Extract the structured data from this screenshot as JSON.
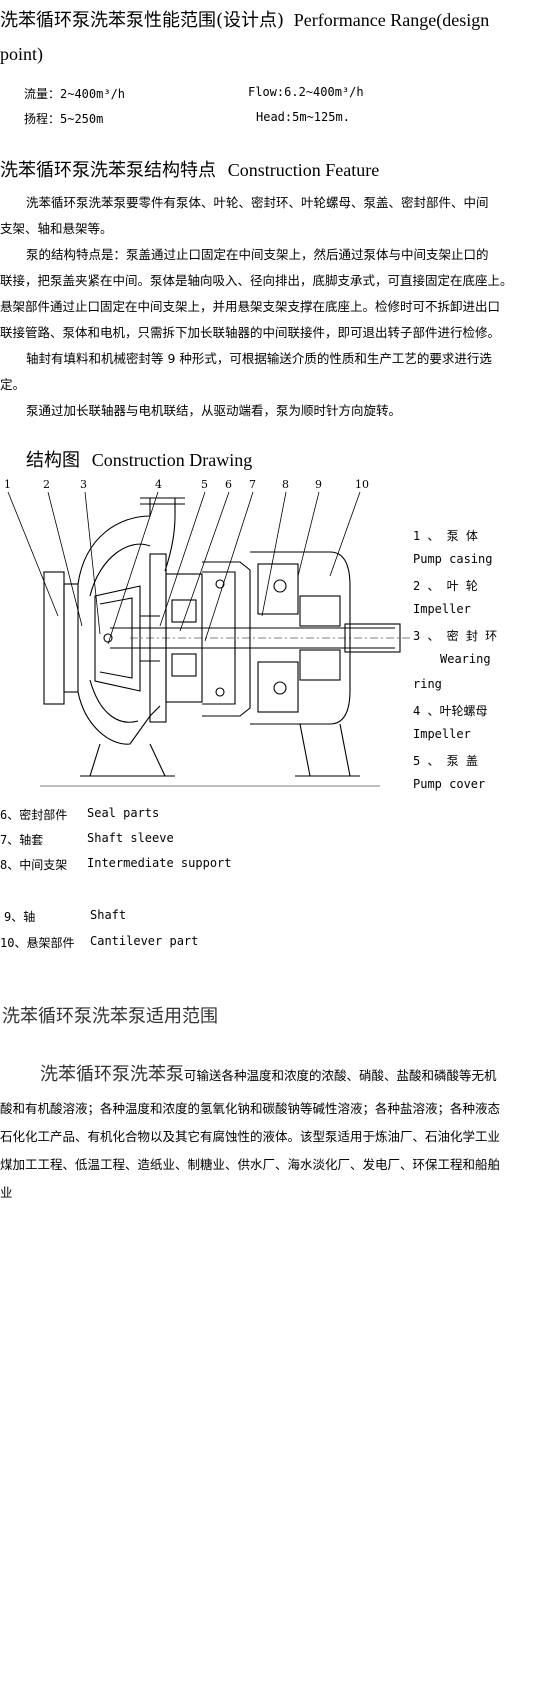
{
  "perf": {
    "heading_cn": "洗苯循环泵洗苯泵性能范围(设计点)",
    "heading_en_1": "Performance Range(design",
    "heading_en_2": "point)",
    "flow_cn": "流量：2~400m³/h",
    "flow_en": "Flow:6.2~400m³/h",
    "head_cn": "扬程：5~250m",
    "head_en": "Head:5m~125m."
  },
  "construction": {
    "heading_cn": "洗苯循环泵洗苯泵结构特点",
    "heading_en": "Construction Feature",
    "p1a": "洗苯循环泵洗苯泵要零件有泵体、叶轮、密封环、叶轮螺母、泵盖、密封部件、中间",
    "p1b": "支架、轴和悬架等。",
    "p2a": "泵的结构特点是：泵盖通过止口固定在中间支架上，然后通过泵体与中间支架止口的",
    "p2b": "联接，把泵盖夹紧在中间。泵体是轴向吸入、径向排出，底脚支承式，可直接固定在底座上。",
    "p2c": "悬架部件通过止口固定在中间支架上，并用悬架支架支撑在底座上。检修时可不拆卸进出口",
    "p2d": "联接管路、泵体和电机，只需拆下加长联轴器的中间联接件，即可退出转子部件进行检修。",
    "p3a": "轴封有填料和机械密封等 9 种形式，可根据输送介质的性质和生产工艺的要求进行选",
    "p3b": "定。",
    "p4": "泵通过加长联轴器与电机联结，从驱动端看，泵为顺时针方向旋转。"
  },
  "drawing": {
    "heading_cn": "结构图",
    "heading_en": "Construction Drawing",
    "callouts": [
      "1",
      "2",
      "3",
      "4",
      "5",
      "6",
      "7",
      "8",
      "9",
      "10"
    ],
    "right_parts": [
      {
        "cn": "1 、 泵 体",
        "en": "Pump casing"
      },
      {
        "cn": "2 、 叶 轮",
        "en": "Impeller"
      },
      {
        "cn": "3 、 密 封 环",
        "en": "Wearing",
        "en2": "ring"
      },
      {
        "cn": "4 、叶轮螺母",
        "en": "Impeller"
      },
      {
        "cn": "5 、 泵 盖",
        "en": "Pump cover"
      }
    ],
    "bottom_parts": [
      {
        "cn": "6、密封部件",
        "en": "Seal parts"
      },
      {
        "cn": "7、轴套",
        "en": "Shaft sleeve"
      },
      {
        "cn": "8、中间支架",
        "en": "Intermediate support"
      },
      {
        "cn": "9、轴",
        "en": "Shaft"
      },
      {
        "cn": "10、悬架部件",
        "en": "Cantilever part"
      }
    ]
  },
  "application": {
    "heading": "洗苯循环泵洗苯泵适用范围",
    "lead": "洗苯循环泵洗苯泵",
    "l1": "可输送各种温度和浓度的浓酸、硝酸、盐酸和磷酸等无机",
    "l2": "酸和有机酸溶液；各种温度和浓度的氢氧化钠和碳酸钠等碱性溶液；各种盐溶液；各种液态",
    "l3": "石化化工产品、有机化合物以及其它有腐蚀性的液体。该型泵适用于炼油厂、石油化学工业",
    "l4": "煤加工工程、低温工程、造纸业、制糖业、供水厂、海水淡化厂、发电厂、环保工程和船舶",
    "l5": "业"
  }
}
